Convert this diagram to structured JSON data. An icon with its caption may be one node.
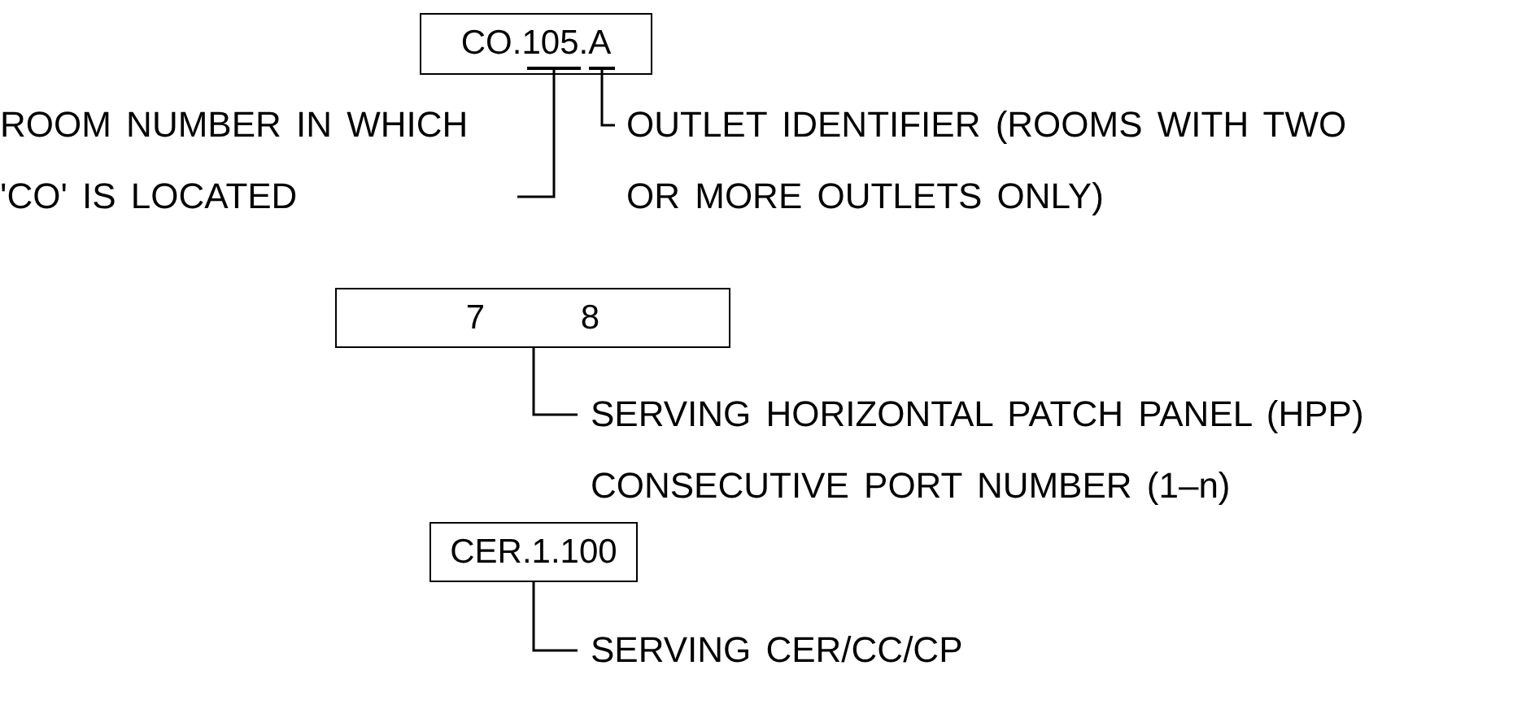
{
  "diagram": {
    "nodes": [
      {
        "text": [
          "CO.105.A"
        ]
      },
      {
        "text": [],
        "shape": "bar",
        "in": 0
      },
      {
        "text": [],
        "shape": "bar",
        "in": 0
      },
      {
        "text": [
          "ROOM NUMBER IN WHICH 'CO' IS LOCATED"
        ]
      },
      {
        "text": [
          "OUTLET IDENTIFIER (ROOMS WITH TWO OR MORE OUTLETS ONLY)"
        ]
      },
      {
        "text": [
          "7",
          "8"
        ]
      },
      {
        "text": [
          "SERVING HORIZONTAL PATCH PANEL (HPP) CONSECUTIVE PORT NUMBER (1–n)"
        ]
      },
      {
        "text": [
          "CER.1.100"
        ]
      },
      {
        "text": [
          "SERVING CER/CC/CP"
        ]
      }
    ],
    "edges": [
      {
        "from": 3,
        "to": 1,
        "arrow": "none"
      },
      {
        "from": 4,
        "to": 2,
        "arrow": "none"
      },
      {
        "from": 6,
        "to": 5,
        "arrow": "none"
      },
      {
        "from": 8,
        "to": 7,
        "arrow": "none"
      }
    ]
  }
}
